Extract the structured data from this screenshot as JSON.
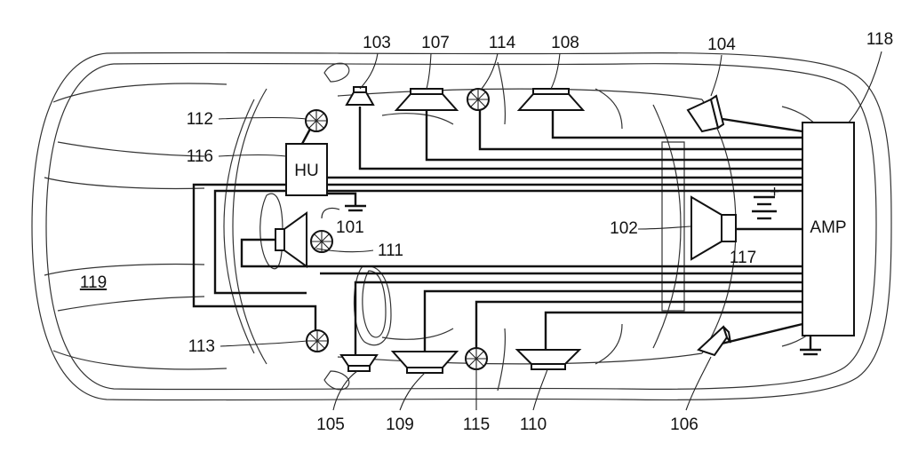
{
  "head_unit_label": "HU",
  "amp_label": "AMP",
  "battery_plus": "+",
  "vehicle_ref": "119",
  "callouts": {
    "c101": "101",
    "c102": "102",
    "c103": "103",
    "c104": "104",
    "c105": "105",
    "c106": "106",
    "c107": "107",
    "c108": "108",
    "c109": "109",
    "c110": "110",
    "c111": "111",
    "c112": "112",
    "c113": "113",
    "c114": "114",
    "c115": "115",
    "c116": "116",
    "c117": "117",
    "c118": "118"
  }
}
